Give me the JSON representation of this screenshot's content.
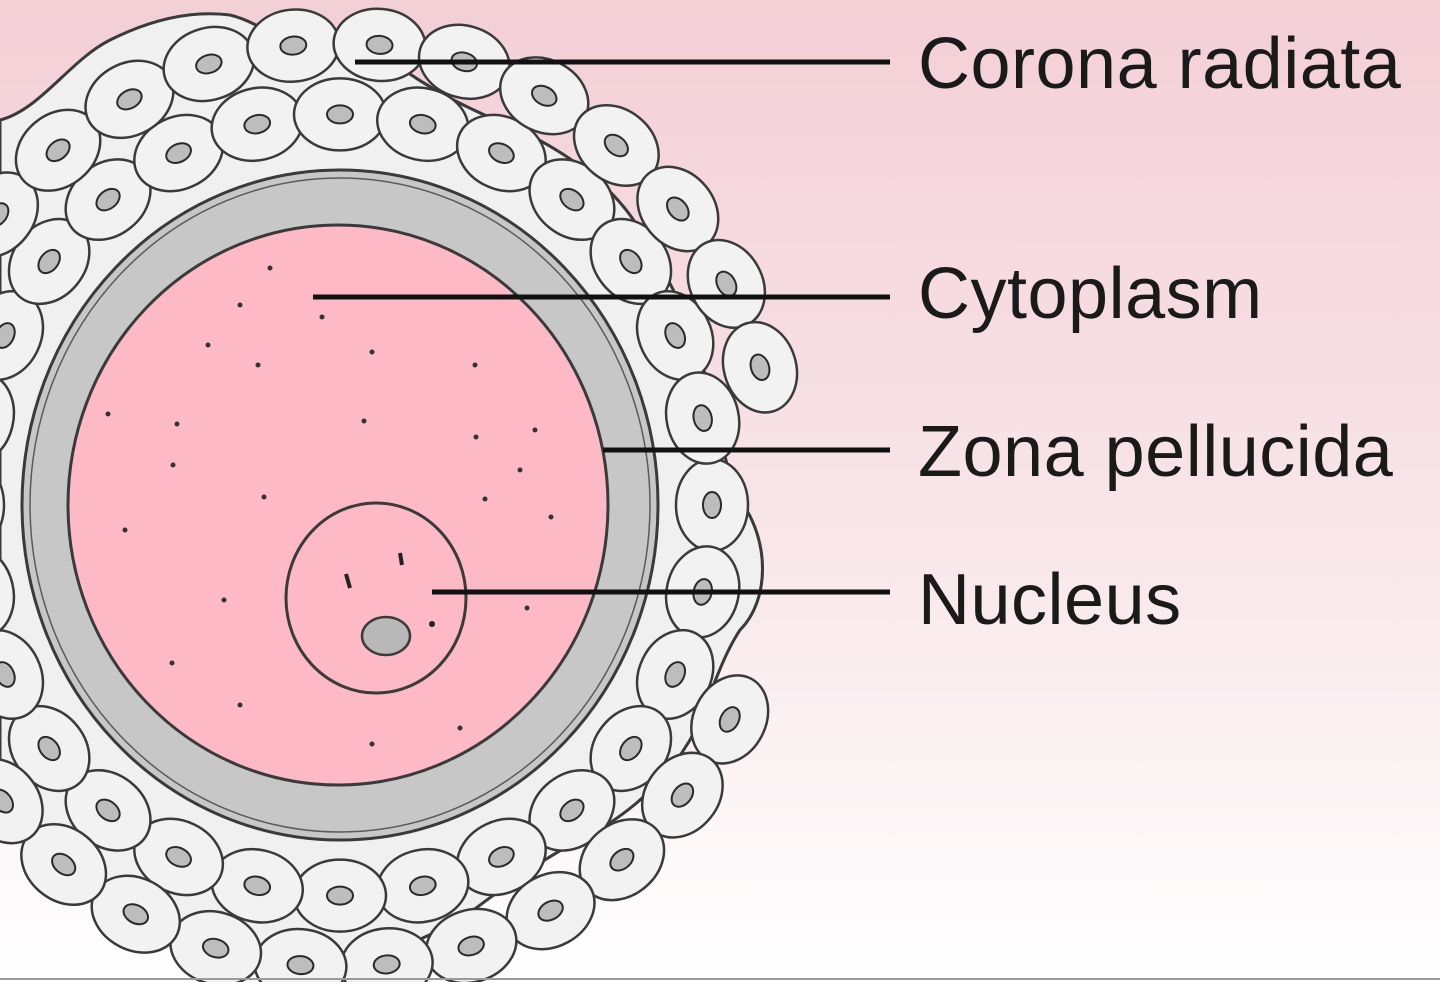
{
  "labels": {
    "corona": "Corona radiata",
    "cytoplasm": "Cytoplasm",
    "zona": "Zona pellucida",
    "nucleus": "Nucleus"
  },
  "colors": {
    "cytoplasm": "#fdb9c6",
    "zona": "#c7c7c7",
    "cell_fill": "#f2f2f2",
    "outline": "#3a3a3a",
    "nucleolus": "#b8b8b8"
  }
}
